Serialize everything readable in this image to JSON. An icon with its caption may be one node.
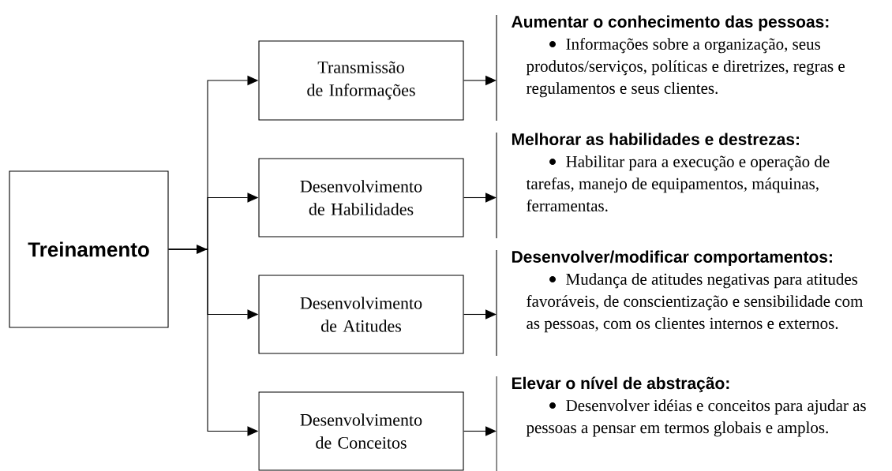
{
  "diagram": {
    "nodes": [
      {
        "text": [
          "Treinamento"
        ]
      },
      {
        "text": [
          "Transmissão de Informações"
        ]
      },
      {
        "text": [
          "Desenvolvimento de Habilidades"
        ]
      },
      {
        "text": [
          "Desenvolvimento de Atitudes"
        ]
      },
      {
        "text": [
          "Desenvolvimento de Conceitos"
        ]
      },
      {
        "text": [
          "Aumentar o conhecimento das pessoas:",
          "Informações sobre a organização, seus produtos/serviços, políticas e diretrizes, regras e regulamentos e seus clientes."
        ]
      },
      {
        "text": [
          "Melhorar as habilidades e destrezas:",
          "Habilitar para a execução e operação de tarefas, manejo de equipamentos, máquinas, ferramentas."
        ]
      },
      {
        "text": [
          "Desenvolver/modificar comportamentos:",
          "Mudança de atitudes negativas para atitudes favoráveis, de conscientização e sensibilidade com as pessoas, com os clientes internos e externos."
        ]
      },
      {
        "text": [
          "Elevar o nível de abstração:",
          "Desenvolver idéias e conceitos para ajudar as pessoas a pensar em termos globais e amplos."
        ]
      }
    ],
    "edges": [
      {
        "from": 0,
        "to": 1,
        "arrow": "to"
      },
      {
        "from": 0,
        "to": 2,
        "arrow": "to"
      },
      {
        "from": 0,
        "to": 3,
        "arrow": "to"
      },
      {
        "from": 0,
        "to": 4,
        "arrow": "to"
      },
      {
        "from": 1,
        "to": 5,
        "arrow": "to"
      },
      {
        "from": 2,
        "to": 6,
        "arrow": "to"
      },
      {
        "from": 3,
        "to": 7,
        "arrow": "to"
      },
      {
        "from": 4,
        "to": 8,
        "arrow": "to"
      }
    ]
  }
}
